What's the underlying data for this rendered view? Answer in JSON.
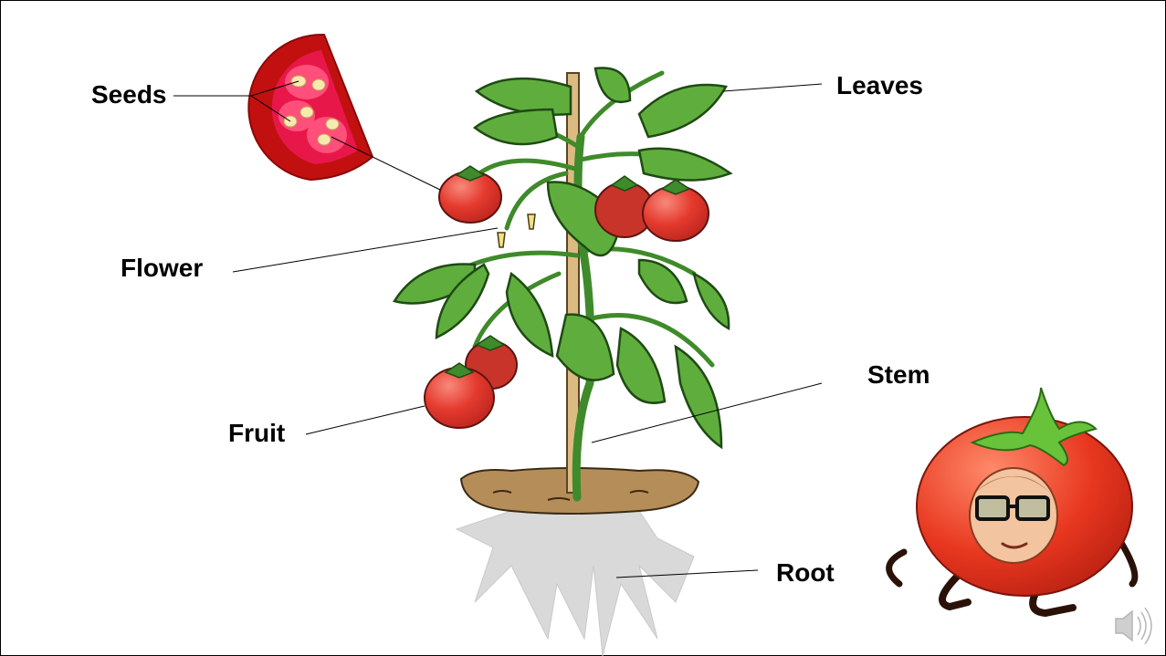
{
  "labels": {
    "seeds": "Seeds",
    "leaves": "Leaves",
    "flower": "Flower",
    "stem": "Stem",
    "fruit": "Fruit",
    "root": "Root"
  },
  "colors": {
    "leaf": "#5aa83a",
    "leaf_dark": "#2f6b1e",
    "tomato": "#e0352b",
    "tomato_light": "#f26b5c",
    "stake": "#d9b67a",
    "soil": "#b08a55",
    "root": "#d6d6d6",
    "seed_flesh": "#e8174a",
    "seed": "#f5e3a8"
  },
  "icons": {
    "speaker": "speaker-icon",
    "avatar": "tomato-avatar"
  }
}
